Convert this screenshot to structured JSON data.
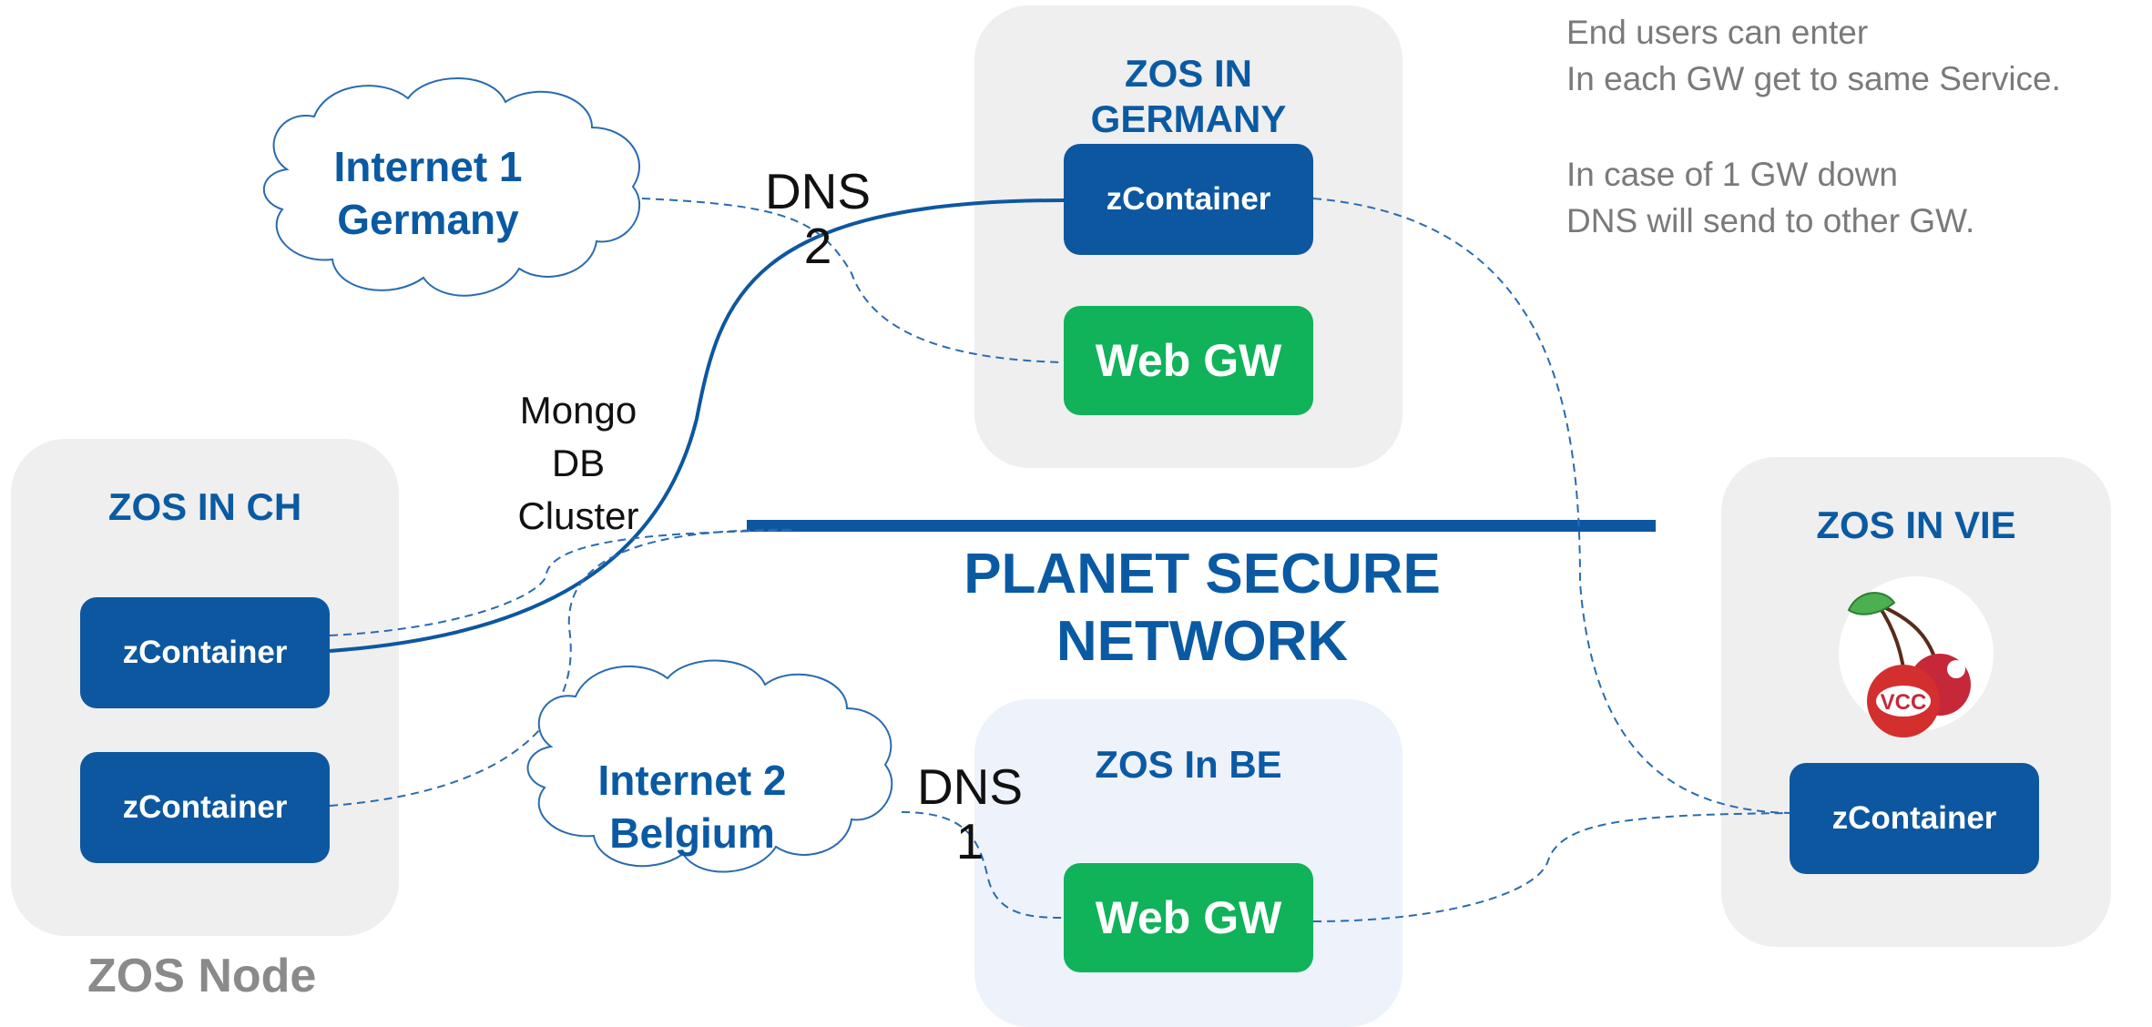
{
  "panels": {
    "germany_title": "ZOS IN\nGERMANY",
    "ch_title": "ZOS IN CH",
    "vie_title": "ZOS IN VIE",
    "be_title": "ZOS In BE"
  },
  "boxes": {
    "germany_container": "zContainer",
    "germany_webgw": "Web GW",
    "ch_container_1": "zContainer",
    "ch_container_2": "zContainer",
    "vie_container": "zContainer",
    "be_webgw": "Web GW"
  },
  "clouds": {
    "internet1": "Internet 1\nGermany",
    "internet2": "Internet 2\nBelgium"
  },
  "labels": {
    "dns2": "DNS\n2",
    "dns1": "DNS\n1",
    "mongo": "Mongo\nDB\nCluster",
    "planet": "PLANET SECURE\nNETWORK",
    "zos_node": "ZOS Node",
    "vcc_logo_text": "VCC"
  },
  "notes": {
    "line1": "End users can enter\nIn each GW get to same Service.",
    "line2": "In case of 1 GW down\nDNS will send to other GW."
  },
  "colors": {
    "brand_blue": "#0d57a0",
    "green": "#10b25a",
    "panel_gray": "#efefef",
    "panel_be": "#eef2fb",
    "note_gray": "#7a7a7a"
  }
}
